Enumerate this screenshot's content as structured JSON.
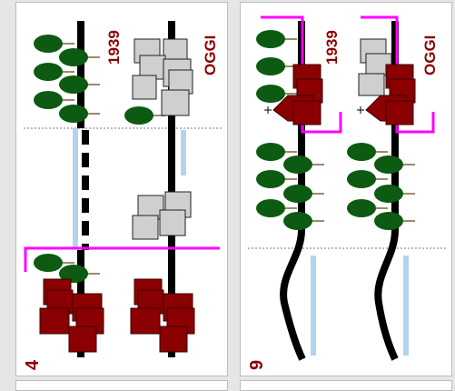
{
  "panels": [
    {
      "number": "4",
      "label_before": "1939",
      "label_after": "OGGI"
    },
    {
      "number": "9",
      "label_before": "1939",
      "label_after": "OGGI"
    }
  ],
  "colors": {
    "tree": "#0d5a12",
    "trunk": "#9b8b6a",
    "building_red": "#8b0000",
    "building_gray": "#cfcfcf",
    "river": "#b4d3ef",
    "boundary": "#ff00ff",
    "road": "#000000",
    "text": "#8b0000"
  }
}
